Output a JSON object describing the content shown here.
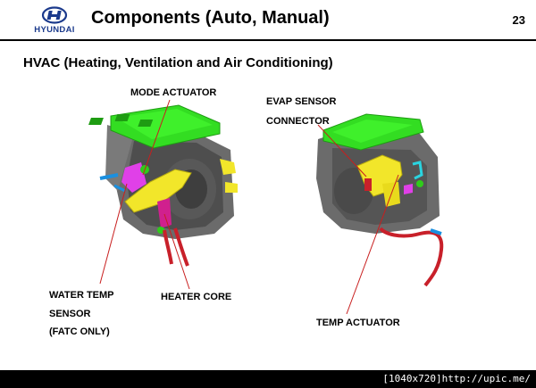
{
  "header": {
    "brand": "HYUNDAI",
    "title": "Components (Auto, Manual)",
    "page_number": "23"
  },
  "section_title": "HVAC (Heating, Ventilation and Air Conditioning)",
  "labels": {
    "mode_actuator": "MODE ACTUATOR",
    "evap_sensor_1": "EVAP SENSOR",
    "evap_sensor_2": "CONNECTOR",
    "water_temp_1": "WATER TEMP",
    "water_temp_2": "SENSOR",
    "water_temp_3": "(FATC ONLY)",
    "heater_core": "HEATER CORE",
    "temp_actuator": "TEMP ACTUATOR"
  },
  "footer": {
    "stamp": "[1040x720]http://upic.me/"
  }
}
